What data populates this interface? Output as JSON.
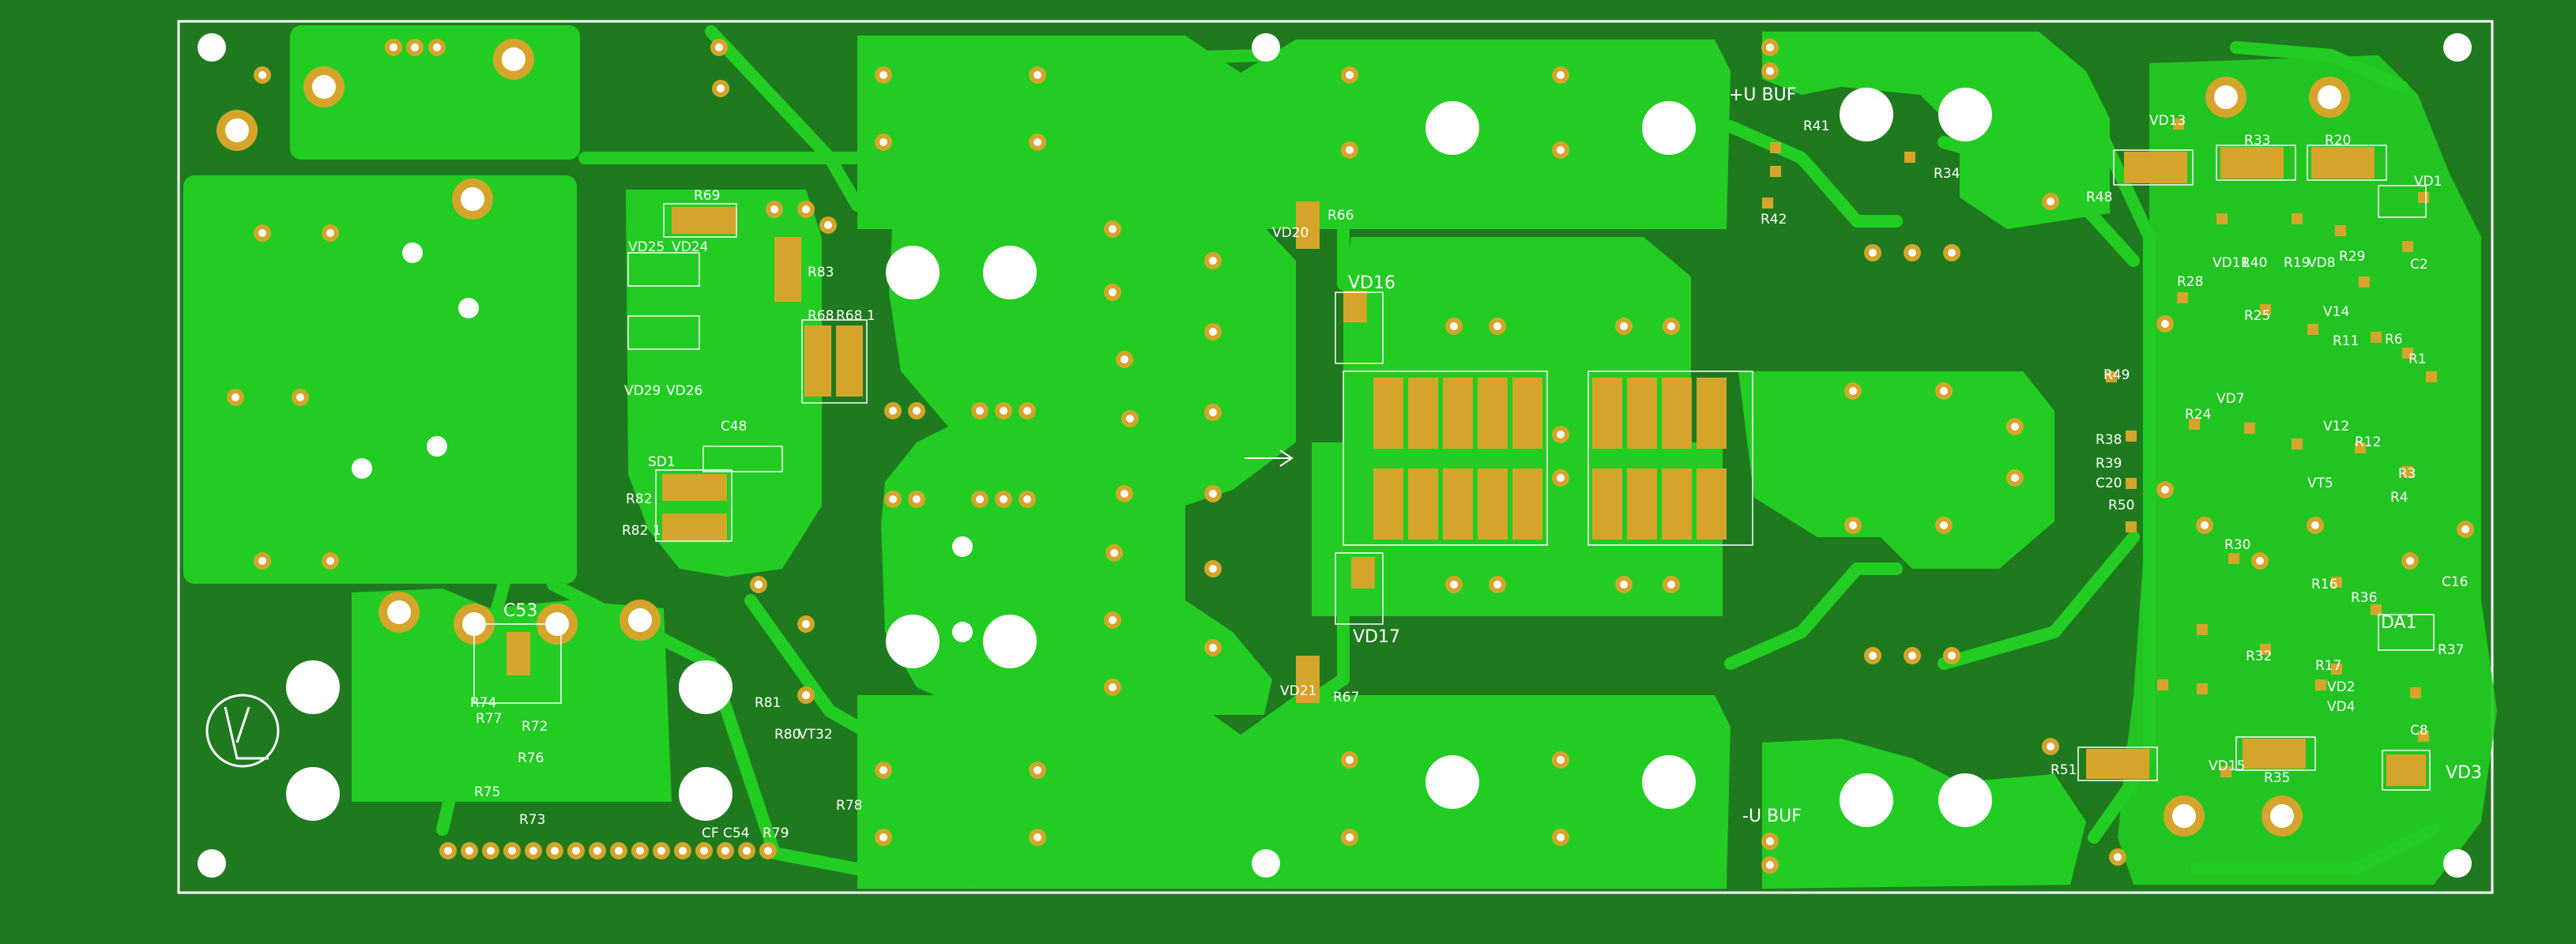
{
  "board": {
    "colors": {
      "background": "#1f7a1f",
      "copper_pour": "#22cc22",
      "pad": "#d4a52a",
      "drill": "#ffffff",
      "silkscreen": "#ffffff",
      "outline": "#ffffff"
    },
    "net_labels": {
      "pos_buf": "+U BUF",
      "neg_buf": "-U BUF"
    },
    "designators": [
      "R69",
      "VD25",
      "VD24",
      "R83",
      "VD29",
      "VD26",
      "R68",
      "R68 1",
      "C48",
      "SD1",
      "R82",
      "R82 1",
      "VD20",
      "R66",
      "VD16",
      "VD17",
      "VD21",
      "R67",
      "C53",
      "R74",
      "R77",
      "R76",
      "R72",
      "R75",
      "R73",
      "R81",
      "R80",
      "VT32",
      "R79",
      "CF",
      "C54",
      "R78",
      "R41",
      "R34",
      "R42",
      "R48",
      "VD13",
      "R33",
      "R20",
      "VD1",
      "VD11",
      "R40",
      "R19",
      "VD8",
      "R29",
      "C2",
      "R28",
      "R25",
      "V14",
      "R6",
      "R11",
      "R1",
      "R49",
      "R24",
      "VD7",
      "R38",
      "R39",
      "C20",
      "R50",
      "V12",
      "R12",
      "R4",
      "R30",
      "VT5",
      "R3",
      "DA1",
      "R16",
      "R36",
      "C16",
      "R37",
      "R17",
      "VD2",
      "VD4",
      "C8",
      "R32",
      "VD15",
      "R35",
      "R51",
      "VD3"
    ]
  }
}
